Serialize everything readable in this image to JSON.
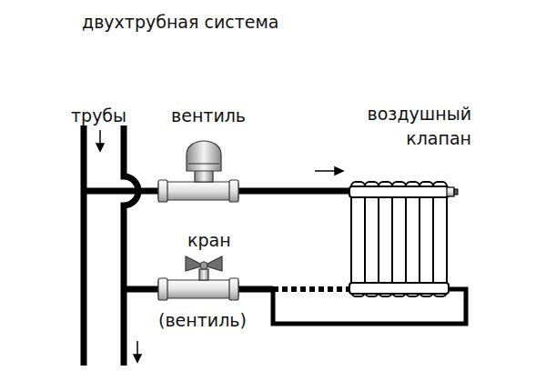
{
  "diagram": {
    "title": "двухтрубная система",
    "labels": [
      "трубы",
      "вентиль",
      "воздушный клапан",
      "кран",
      "(вентиль)"
    ]
  }
}
